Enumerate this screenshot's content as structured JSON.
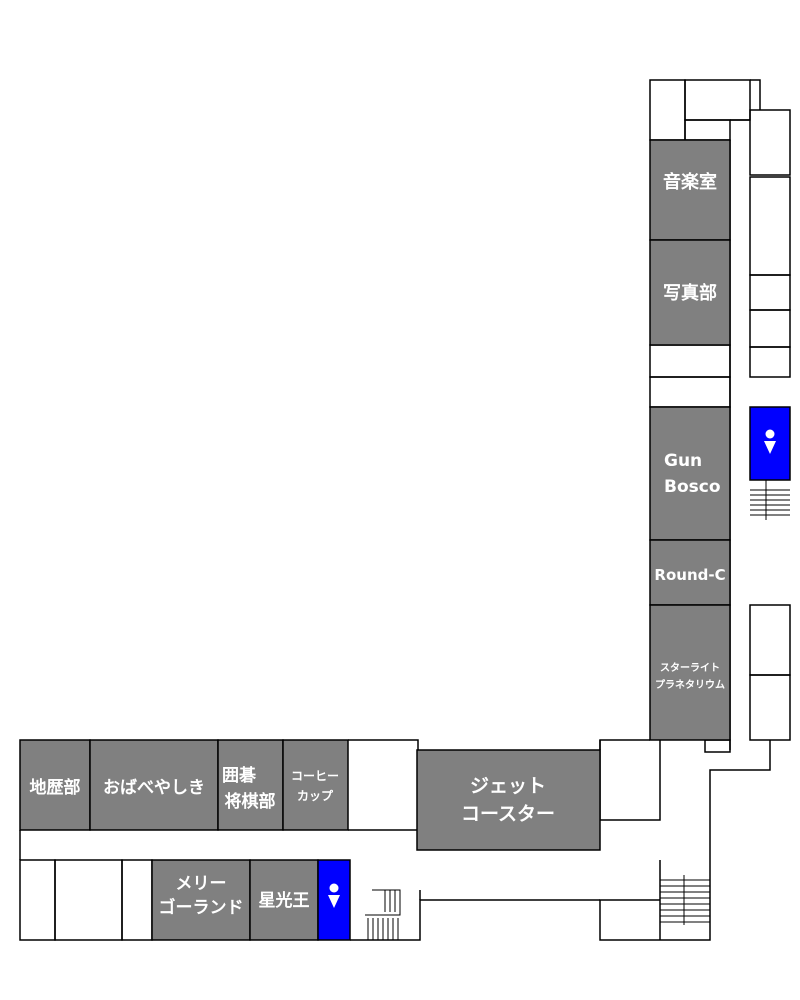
{
  "colors": {
    "room_fill": "#808080",
    "restroom_fill": "#0000ff",
    "outline": "#000000",
    "background": "#ffffff"
  },
  "rooms": {
    "music_room": [
      "音楽室"
    ],
    "photo_club": [
      "写真部"
    ],
    "gun_bosco": [
      "Gun",
      "Bosco"
    ],
    "round_c": [
      "Round-C"
    ],
    "starlight_planetarium": [
      "スターライト",
      "プラネタリウム"
    ],
    "geography_history_club": [
      "地歴部"
    ],
    "haunted_house": [
      "おばべやしき"
    ],
    "go_shogi_club": [
      "囲碁",
      "将棋部"
    ],
    "coffee_cup": [
      "コーヒー",
      "カップ"
    ],
    "jet_coaster": [
      "ジェット",
      "コースター"
    ],
    "merry_go_round": [
      "メリー",
      "ゴーランド"
    ],
    "seikoou": [
      "星光王"
    ]
  },
  "icons": {
    "restroom": "restroom-icon",
    "stairs": "stairs-icon"
  }
}
